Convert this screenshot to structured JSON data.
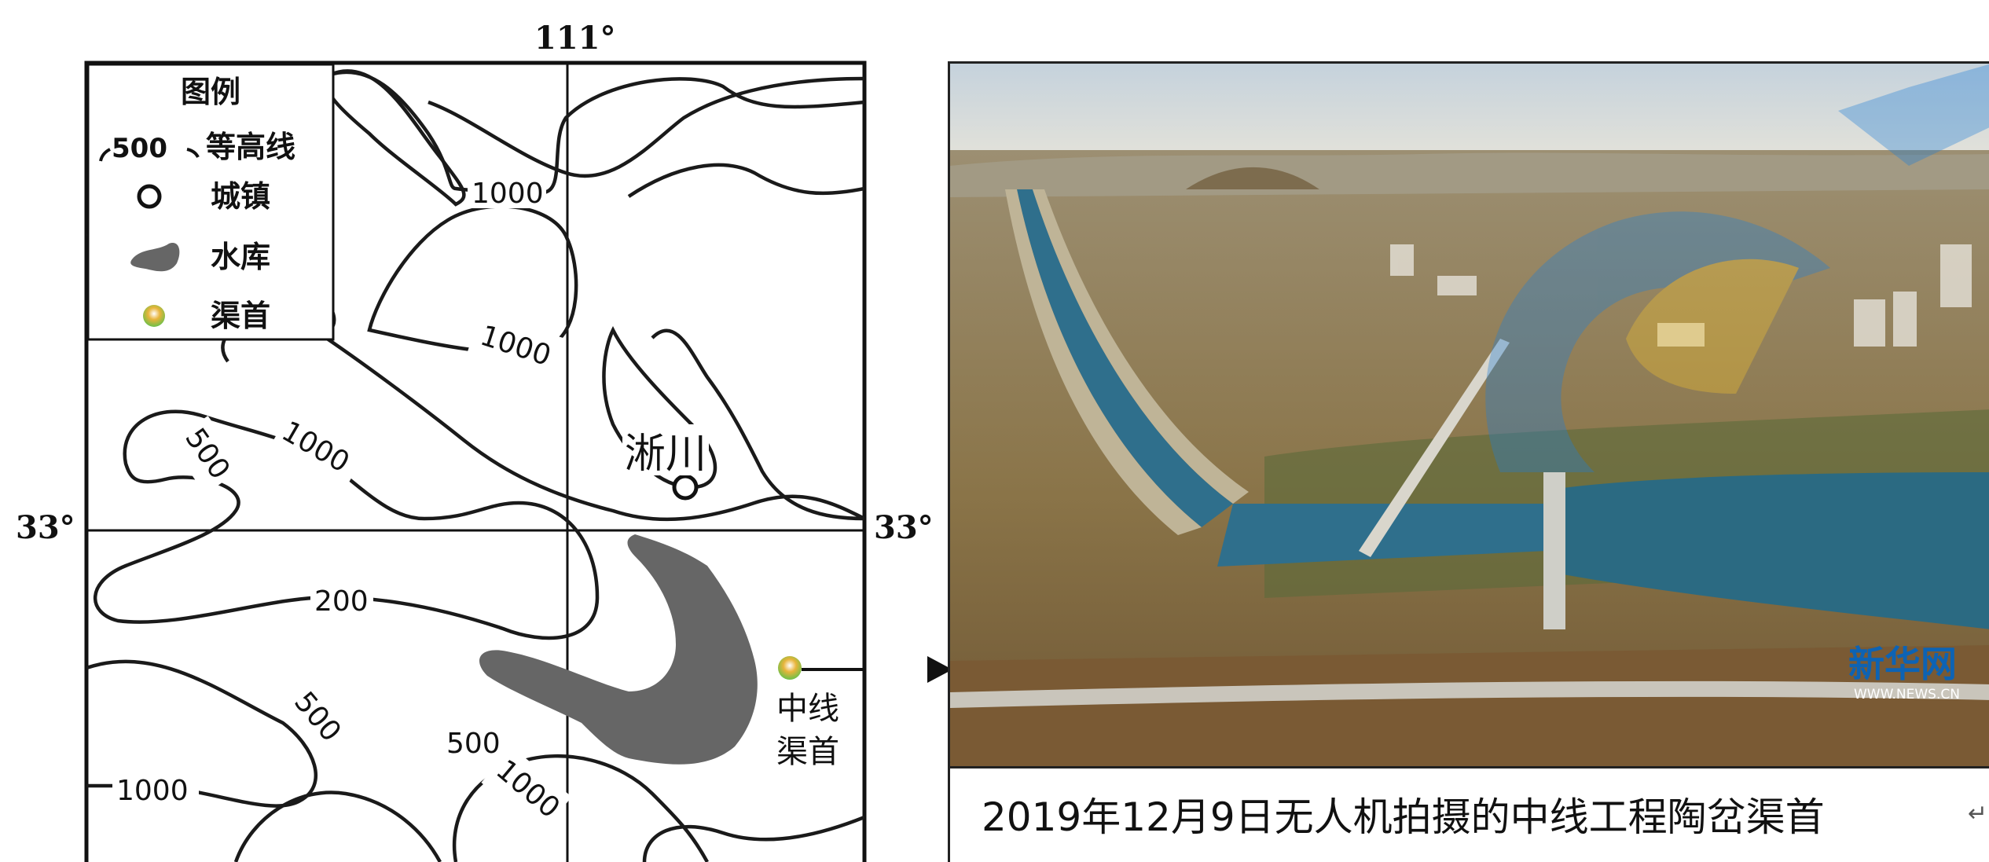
{
  "map": {
    "longitude_label": "111°",
    "latitude_label_left": "33°",
    "latitude_label_right": "33°",
    "town_label": "淅川",
    "canal_head_label_line1": "中线",
    "canal_head_label_line2": "渠首",
    "contour_labels": [
      "1000",
      "1000",
      "1000",
      "500",
      "200",
      "500",
      "500",
      "1000",
      "1000"
    ],
    "colors": {
      "reservoir": "#666666",
      "canal_head_outer": "#e8b43a",
      "canal_head_inner": "#6cc04a"
    }
  },
  "legend": {
    "title": "图例",
    "items": [
      {
        "sample": "500",
        "label": "等高线",
        "icon": "contour-line-icon"
      },
      {
        "label": "城镇",
        "icon": "town-circle-icon"
      },
      {
        "label": "水库",
        "icon": "reservoir-shape-icon"
      },
      {
        "label": "渠首",
        "icon": "canal-head-dot-icon"
      }
    ]
  },
  "photo": {
    "watermark_brand": "新华网",
    "watermark_site": "WWW.NEWS.CN",
    "caption": "2019年12月9日无人机拍摄的中线工程陶岔渠首"
  }
}
